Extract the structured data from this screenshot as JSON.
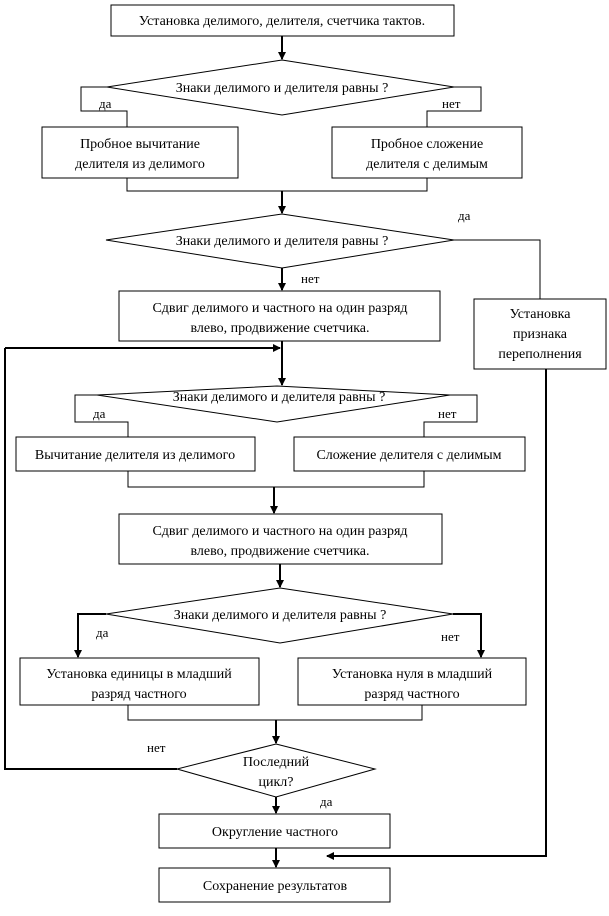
{
  "flowchart": {
    "start_box": "Установка делимого, делителя, счетчика тактов.",
    "decision_1": "Знаки делимого и делителя равны ?",
    "trial_subtract": [
      "Пробное вычитание",
      "делителя из делимого"
    ],
    "trial_add": [
      "Пробное сложение",
      "делителя с делимым"
    ],
    "decision_2": "Знаки делимого и делителя равны ?",
    "shift_1": [
      "Сдвиг делимого и частного на один разряд",
      "влево, продвижение счетчика."
    ],
    "overflow_box": [
      "Установка",
      "признака",
      "переполнения"
    ],
    "decision_3": "Знаки делимого и делителя равны ?",
    "subtract_box": "Вычитание делителя из делимого",
    "add_box": "Сложение делителя с делимым",
    "shift_2": [
      "Сдвиг делимого и частного на один разряд",
      "влево, продвижение счетчика."
    ],
    "decision_4": "Знаки делимого и делителя равны ?",
    "set_one_box": [
      "Установка единицы в младший",
      "разряд частного"
    ],
    "set_zero_box": [
      "Установка нуля в младший",
      "разряд частного"
    ],
    "last_cycle": [
      "Последний",
      "цикл?"
    ],
    "round_box": "Округление частного",
    "save_box": "Сохранение результатов"
  },
  "labels": {
    "yes": "да",
    "no": "нет"
  }
}
